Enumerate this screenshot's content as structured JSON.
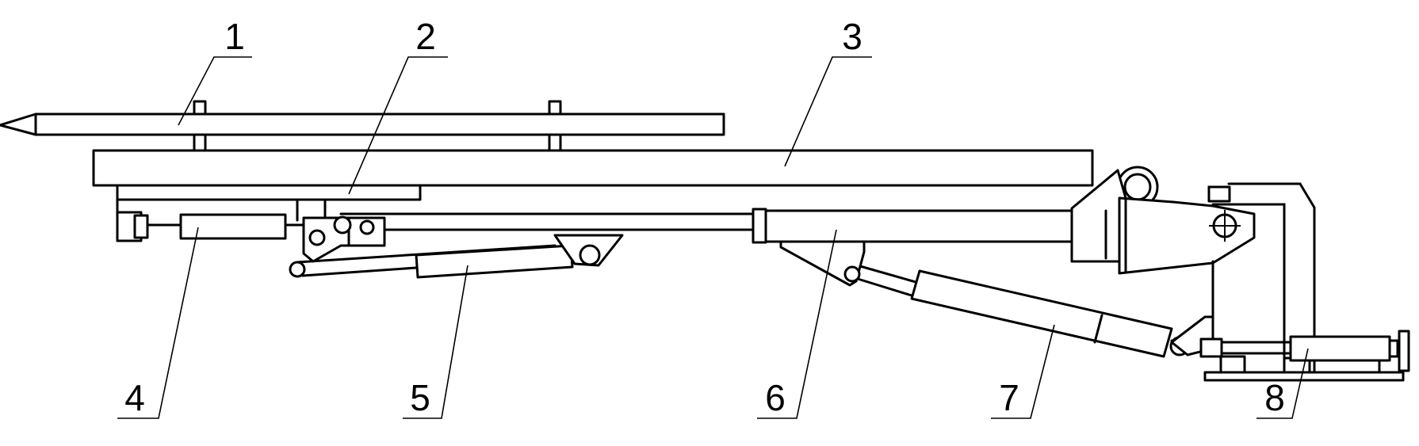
{
  "callouts": [
    {
      "id": "1",
      "text": "1"
    },
    {
      "id": "2",
      "text": "2"
    },
    {
      "id": "3",
      "text": "3"
    },
    {
      "id": "4",
      "text": "4"
    },
    {
      "id": "5",
      "text": "5"
    },
    {
      "id": "6",
      "text": "6"
    },
    {
      "id": "7",
      "text": "7"
    },
    {
      "id": "8",
      "text": "8"
    }
  ],
  "colors": {
    "stroke": "#000000",
    "background": "#ffffff"
  }
}
